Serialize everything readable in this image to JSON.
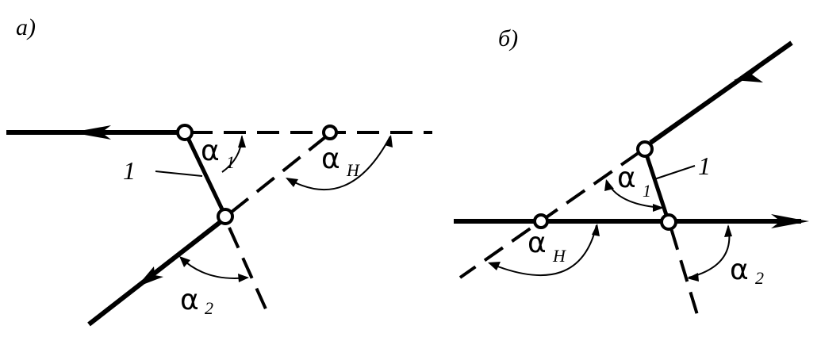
{
  "panel_a": {
    "tag": "a)",
    "link_label": "1",
    "alpha1": {
      "symbol": "α",
      "sub": "1"
    },
    "alpha2": {
      "symbol": "α",
      "sub": "2"
    },
    "alphaH": {
      "symbol": "α",
      "sub": "H"
    }
  },
  "panel_b": {
    "tag": "б)",
    "link_label": "1",
    "alpha1": {
      "symbol": "α",
      "sub": "1"
    },
    "alpha2": {
      "symbol": "α",
      "sub": "2"
    },
    "alphaH": {
      "symbol": "α",
      "sub": "H"
    }
  }
}
